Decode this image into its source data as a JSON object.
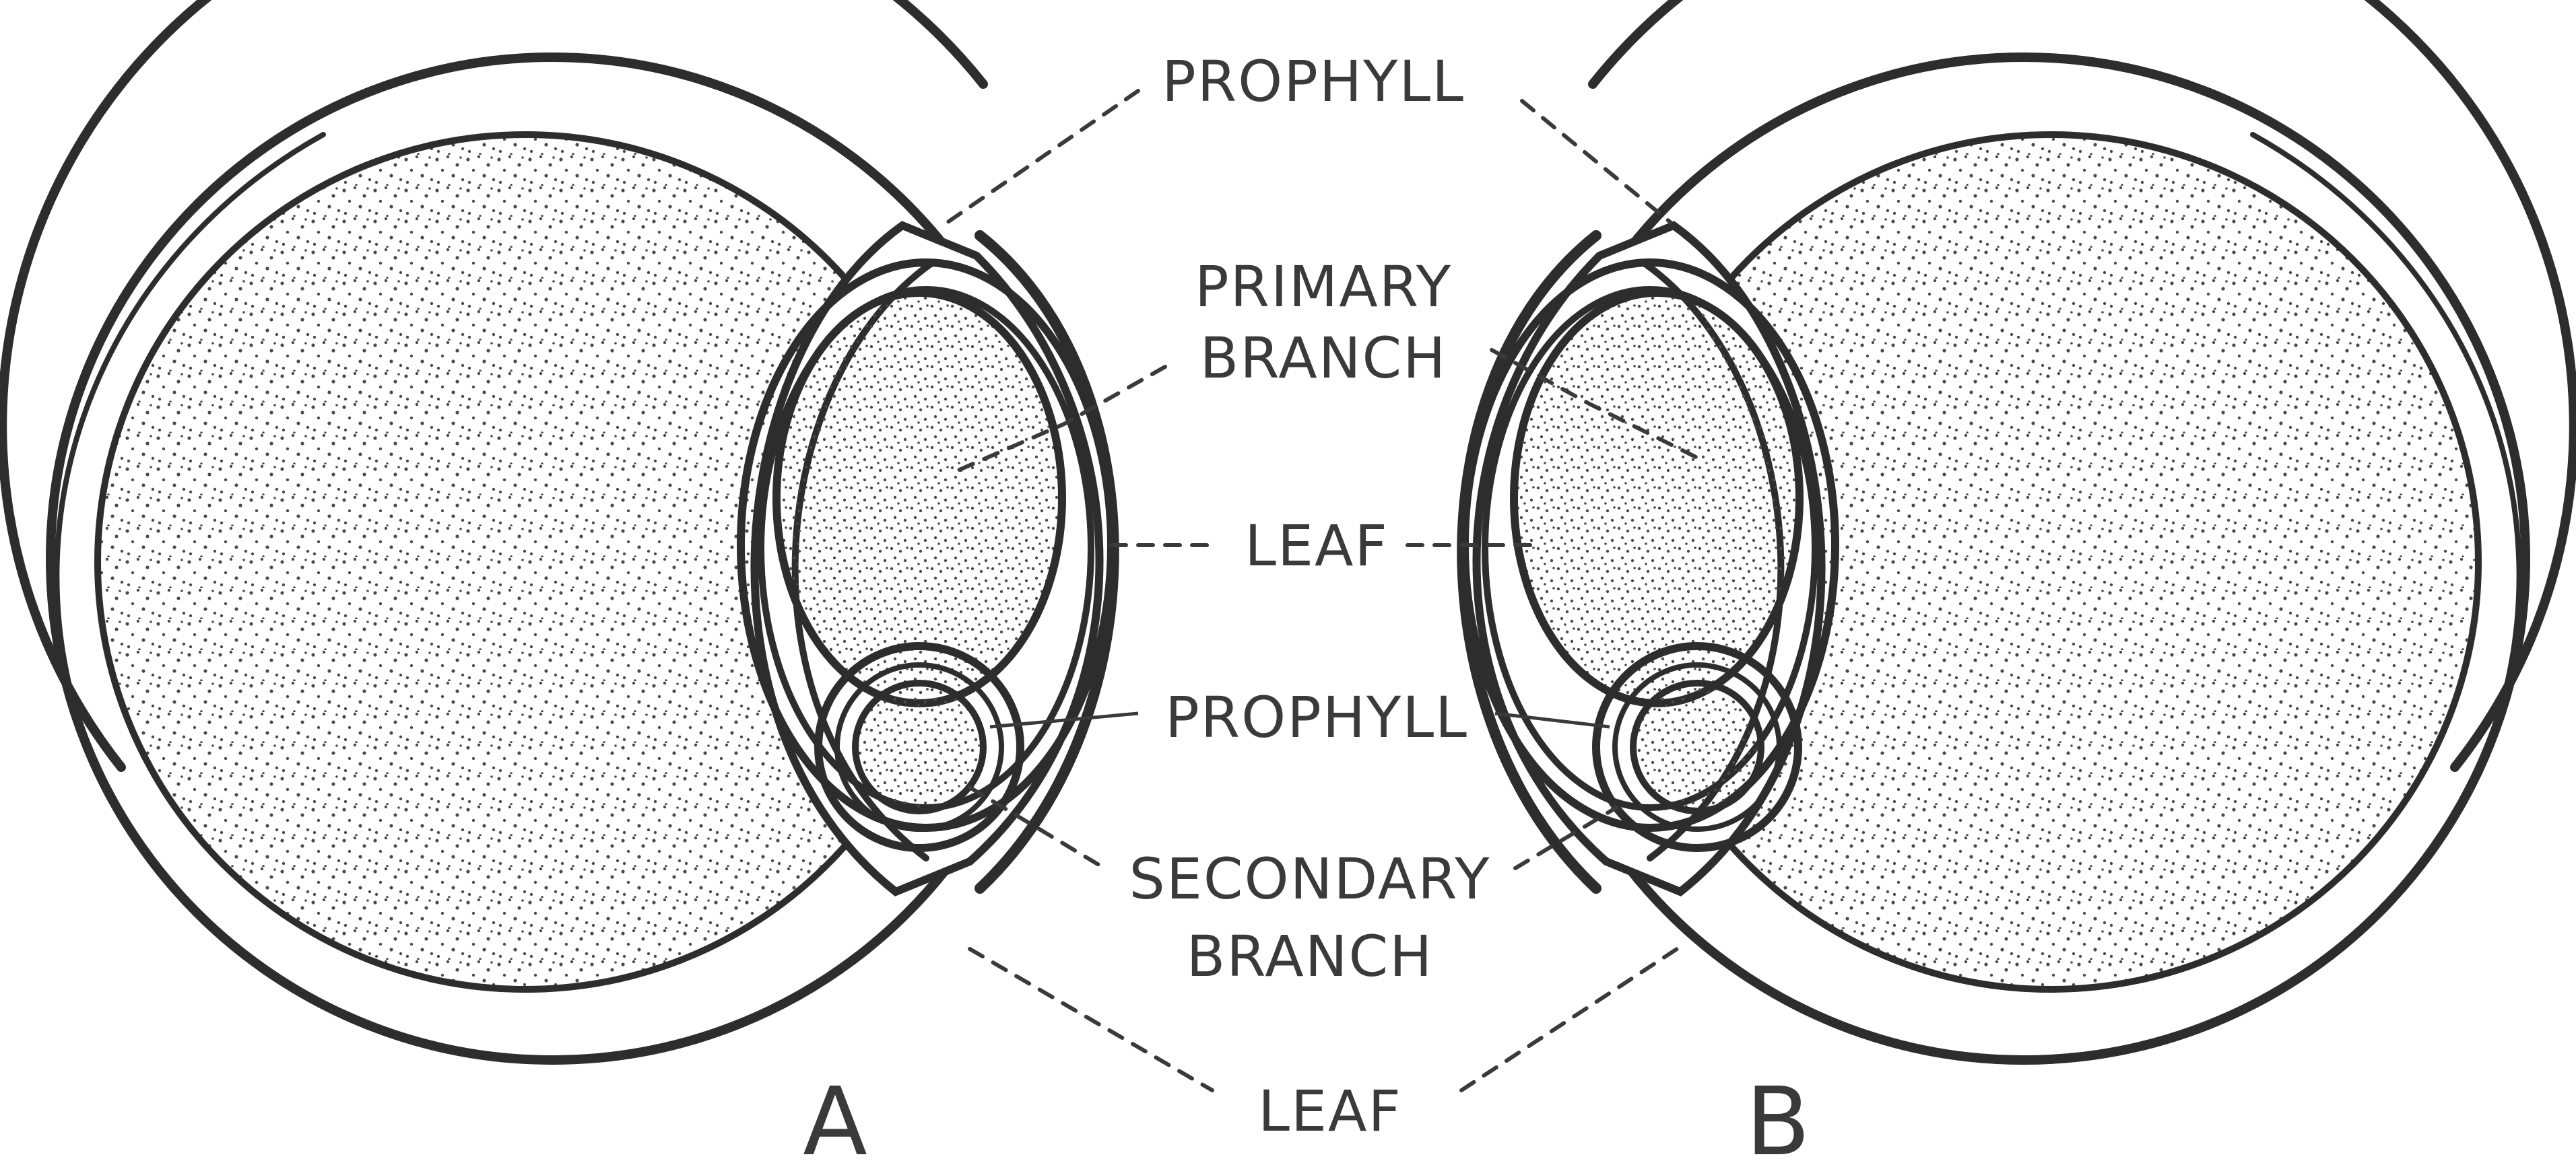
{
  "figure": {
    "labels": {
      "prophyll_top": "PROPHYLL",
      "primary_branch": "PRIMARY\nBRANCH",
      "leaf_middle": "LEAF",
      "prophyll_bottom": "PROPHYLL",
      "secondary_branch": "SECONDARY\nBRANCH",
      "leaf_bottom": "LEAF"
    },
    "panels": {
      "a": "A",
      "b": "B"
    }
  },
  "colors": {
    "ink": "#2d2d2d",
    "stipple": "#4a4a4a",
    "background": "#ffffff"
  }
}
